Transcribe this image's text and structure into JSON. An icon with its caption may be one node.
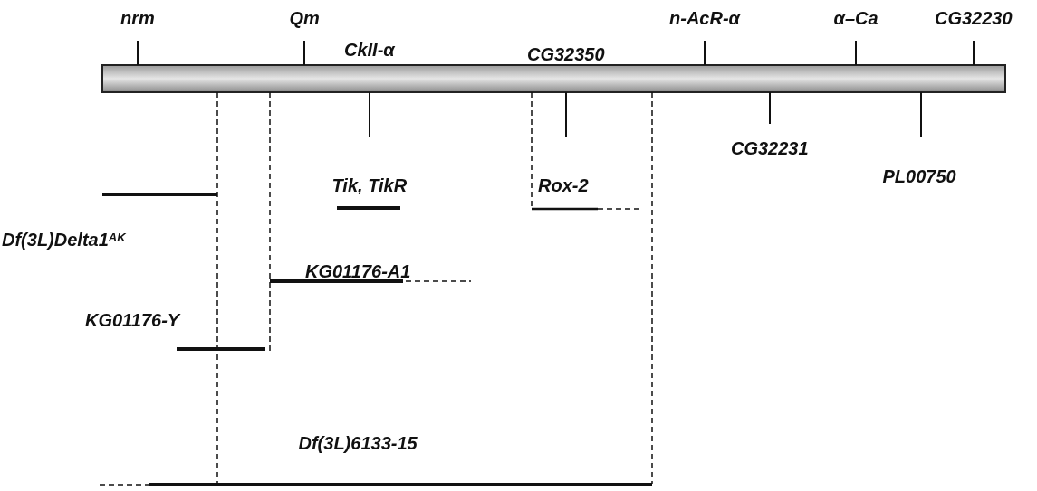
{
  "diagram": {
    "labels": [
      "nrm",
      "Qm",
      "n-AcR-α",
      "α–Ca",
      "CG32230",
      "CkII-α",
      "CG32350",
      "CG32231",
      "Tik, TikR",
      "Rox-2",
      "PL00750",
      "Df(3L)Delta1$^{AK}$",
      "KG01176-A1",
      "KG01176-Y",
      "Df(3L)6133-15"
    ]
  }
}
